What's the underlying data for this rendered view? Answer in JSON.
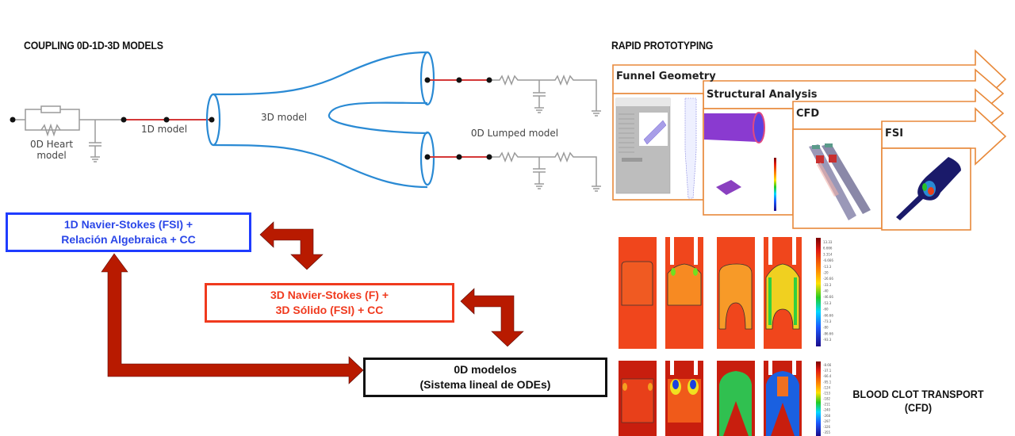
{
  "titles": {
    "coupling": "COUPLING 0D-1D-3D MODELS",
    "rapid": "RAPID PROTOTYPING",
    "clot_line1": "BLOOD CLOT TRANSPORT",
    "clot_line2": "(CFD)"
  },
  "circuit": {
    "heart_line1": "0D Heart",
    "heart_line2": "model",
    "oned": "1D model",
    "threed": "3D model",
    "lumped": "0D Lumped model"
  },
  "boxes": {
    "oned": {
      "line1": "1D Navier-Stokes (FSI)  +",
      "line2": "Relación Algebraica  + CC",
      "color": "#1f3cff"
    },
    "threed": {
      "line1": "3D Navier-Stokes (F)   +",
      "line2": "3D Sólido (FSI) + CC",
      "color": "#f03a1e"
    },
    "zerod": {
      "line1": "0D  modelos",
      "line2": "(Sistema lineal de ODEs)",
      "color": "#111111"
    }
  },
  "arrow_color": "#b81a00",
  "pipeline": {
    "stages": [
      "Funnel Geometry",
      "Structural Analysis",
      "CFD",
      "FSI"
    ],
    "color": "#e8893a"
  },
  "colorbar_top": {
    "ticks": [
      "13.33",
      "6.666",
      "3.314",
      "-6.666",
      "-13.3",
      "-20",
      "-26.66",
      "-33.3",
      "-40",
      "-46.66",
      "-53.3",
      "-60",
      "-66.66",
      "-73.3",
      "-80",
      "-86.66",
      "-93.3"
    ]
  },
  "colorbar_bottom": {
    "ticks": [
      "-8.66",
      "-37.1",
      "-66.4",
      "-95.1",
      "-124",
      "-153",
      "-182",
      "-211",
      "-240",
      "-268",
      "-297",
      "-326",
      "-355"
    ]
  }
}
